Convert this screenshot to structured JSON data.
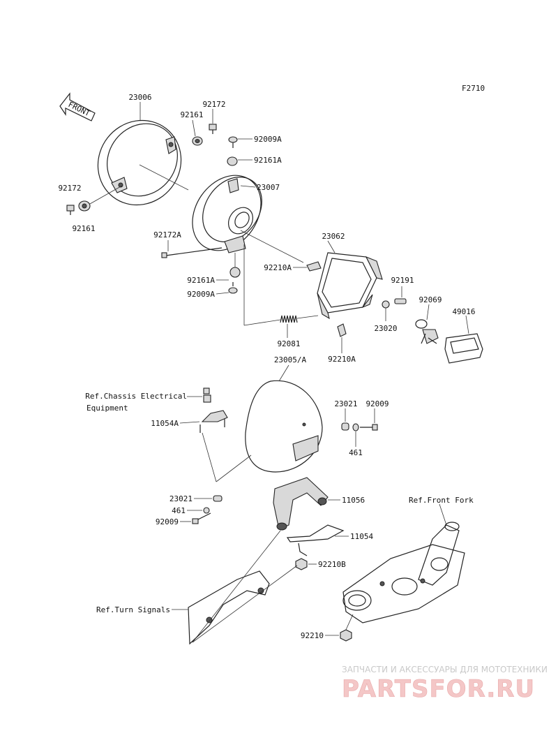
{
  "figure_id": "F2710",
  "front_label": "FRONT",
  "parts": {
    "p23006": "23006",
    "p92172_top": "92172",
    "p92161_top": "92161",
    "p92009A_top": "92009A",
    "p92161A_top": "92161A",
    "p23007": "23007",
    "p92172_left": "92172",
    "p92161_left": "92161",
    "p92172A": "92172A",
    "p23062": "23062",
    "p92210A_top": "92210A",
    "p92161A_mid": "92161A",
    "p92009A_mid": "92009A",
    "p92191": "92191",
    "p92069": "92069",
    "p49016": "49016",
    "p23020": "23020",
    "p92081": "92081",
    "p92210A_bot": "92210A",
    "p23005A": "23005/A",
    "p23021_right": "23021",
    "p92009_right": "92009",
    "p461_right": "461",
    "p11054A": "11054A",
    "p23021_left": "23021",
    "p461_left": "461",
    "p92009_left": "92009",
    "p11056": "11056",
    "p11054": "11054",
    "p92210B": "92210B",
    "p92210": "92210"
  },
  "refs": {
    "chassis_line1": "Ref.Chassis Electrical",
    "chassis_line2": "Equipment",
    "front_fork": "Ref.Front Fork",
    "turn_signals": "Ref.Turn Signals"
  },
  "watermark": {
    "top": "ЗАПЧАСТИ И АКСЕССУАРЫ ДЛЯ МОТОТЕХНИКИ",
    "logo": "PARTSFOR.RU"
  },
  "colors": {
    "line": "#222222",
    "watermark_logo": "#f4c7c7"
  }
}
